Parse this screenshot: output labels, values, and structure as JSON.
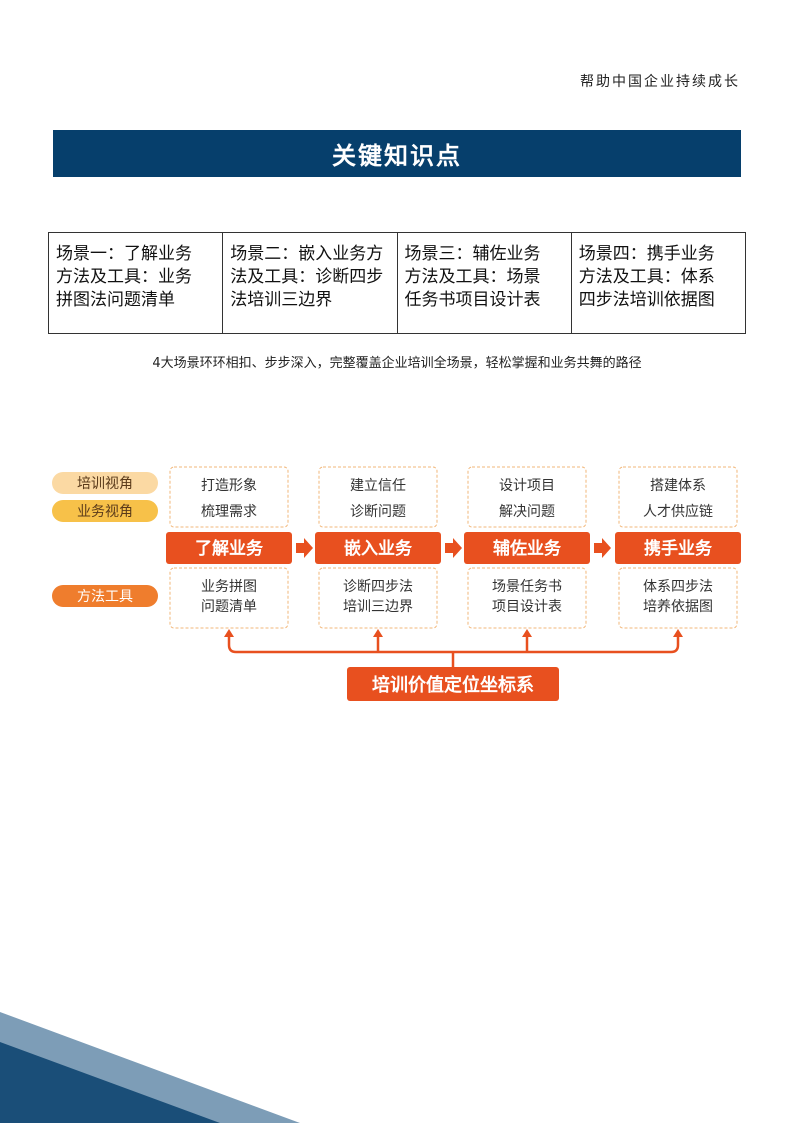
{
  "header": {
    "slogan": "帮助中国企业持续成长"
  },
  "title": "关键知识点",
  "scenes": [
    {
      "line1": "场景一：了解业务",
      "line2": "方法及工具：业务",
      "line3": "拼图法问题清单"
    },
    {
      "line1": "场景二：嵌入业务方",
      "line2": "法及工具：诊断四步",
      "line3": "法培训三边界"
    },
    {
      "line1": "场景三：辅佐业务",
      "line2": "方法及工具：场景",
      "line3": "任务书项目设计表"
    },
    {
      "line1": "场景四：携手业务",
      "line2": "方法及工具：体系",
      "line3": "四步法培训依据图"
    }
  ],
  "caption": "4大场景环环相扣、步步深入，完整覆盖企业培训全场景，轻松掌握和业务共舞的路径",
  "diagram": {
    "row_labels": {
      "training": "培训视角",
      "business": "业务视角",
      "tools": "方法工具"
    },
    "stages": [
      {
        "top1": "打造形象",
        "top2": "梳理需求",
        "name": "了解业务",
        "bottom1": "业务拼图",
        "bottom2": "问题清单"
      },
      {
        "top1": "建立信任",
        "top2": "诊断问题",
        "name": "嵌入业务",
        "bottom1": "诊断四步法",
        "bottom2": "培训三边界"
      },
      {
        "top1": "设计项目",
        "top2": "解决问题",
        "name": "辅佐业务",
        "bottom1": "场景任务书",
        "bottom2": "项目设计表"
      },
      {
        "top1": "搭建体系",
        "top2": "人才供应链",
        "name": "携手业务",
        "bottom1": "体系四步法",
        "bottom2": "培养依据图"
      }
    ],
    "bottom_label": "培训价值定位坐标系"
  },
  "colors": {
    "title_bar": "#063f6c",
    "orange": "#e8501f",
    "dashed_border": "#f2b77a",
    "label_light": "#fbd9a3",
    "label_mid": "#f7c149",
    "corner_light": "#7d9db7",
    "corner_dark": "#1a4e78"
  }
}
